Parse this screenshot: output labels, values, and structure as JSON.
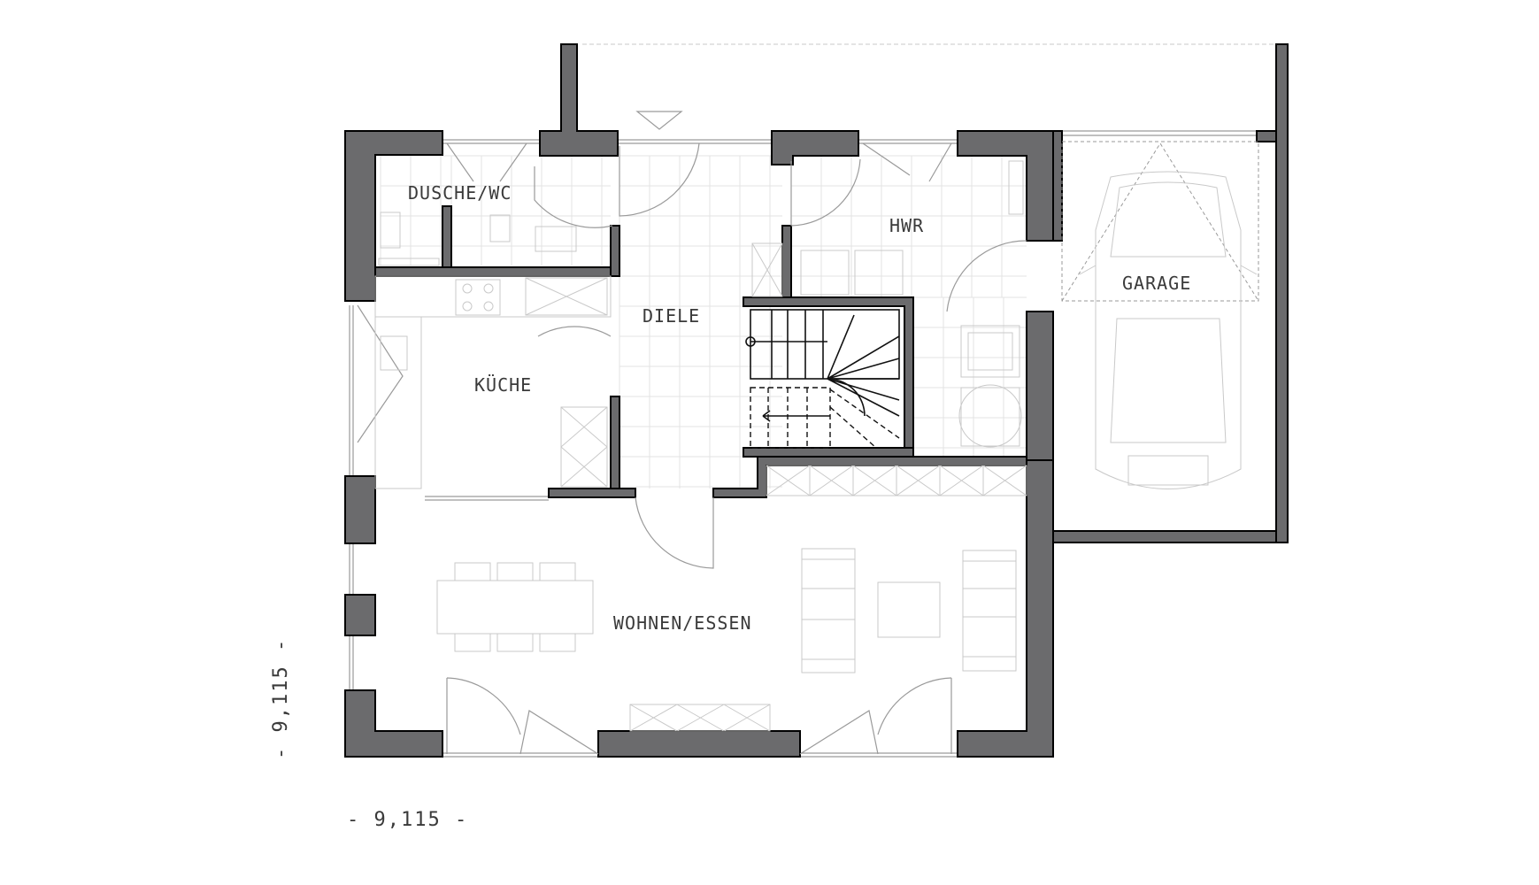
{
  "plan": {
    "rooms": {
      "dusche_wc": "DUSCHE/WC",
      "diele": "DIELE",
      "hwr": "HWR",
      "kueche": "KÜCHE",
      "wohnen_essen": "WOHNEN/ESSEN",
      "garage": "GARAGE"
    },
    "dimensions": {
      "width": "- 9,115 -",
      "depth": "- 9,115 -"
    },
    "colors": {
      "wall_fill": "#6b6b6d",
      "wall_outline": "#000000",
      "furniture_line": "#c9c9c9",
      "background": "#ffffff"
    }
  }
}
